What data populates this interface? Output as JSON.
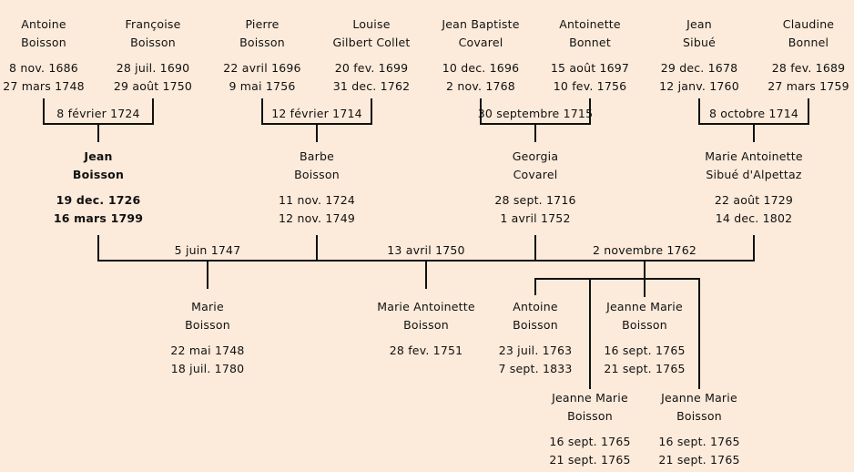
{
  "title": "Arbre généalogique Boisson",
  "generation1": [
    {
      "first": "Antoine",
      "last": "Boisson",
      "birth": "8 nov. 1686",
      "death": "27 mars 1748"
    },
    {
      "first": "Françoise",
      "last": "Boisson",
      "birth": "28 juil. 1690",
      "death": "29 août 1750"
    },
    {
      "first": "Pierre",
      "last": "Boisson",
      "birth": "22 avril 1696",
      "death": "9 mai 1756"
    },
    {
      "first": "Louise",
      "last": "Gilbert Collet",
      "birth": "20 fev. 1699",
      "death": "31 dec. 1762"
    },
    {
      "first": "Jean Baptiste",
      "last": "Covarel",
      "birth": "10 dec. 1696",
      "death": "2 nov. 1768"
    },
    {
      "first": "Antoinette",
      "last": "Bonnet",
      "birth": "15 août 1697",
      "death": "10 fev. 1756"
    },
    {
      "first": "Jean",
      "last": "Sibué",
      "birth": "29 dec. 1678",
      "death": "12 janv. 1760"
    },
    {
      "first": "Claudine",
      "last": "Bonnel",
      "birth": "28 fev. 1689",
      "death": "27 mars 1759"
    }
  ],
  "marriages1": [
    "8 février 1724",
    "12 février 1714",
    "30 septembre 1715",
    "8 octobre 1714"
  ],
  "generation2": [
    {
      "first": "Jean",
      "last": "Boisson",
      "birth": "19 dec. 1726",
      "death": "16 mars 1799"
    },
    {
      "first": "Barbe",
      "last": "Boisson",
      "birth": "11 nov. 1724",
      "death": "12 nov. 1749"
    },
    {
      "first": "Georgia",
      "last": "Covarel",
      "birth": "28 sept. 1716",
      "death": "1 avril 1752"
    },
    {
      "first": "Marie Antoinette",
      "last": "Sibué d'Alpettaz",
      "birth": "22 août 1729",
      "death": "14 dec. 1802"
    }
  ],
  "marriages2": [
    "5 juin 1747",
    "13 avril 1750",
    "2 novembre 1762"
  ],
  "generation3": [
    {
      "first": "Marie",
      "last": "Boisson",
      "birth": "22 mai 1748",
      "death": "18 juil. 1780"
    },
    {
      "first": "Marie Antoinette",
      "last": "Boisson",
      "birth": "28 fev. 1751",
      "death": ""
    },
    {
      "first": "Antoine",
      "last": "Boisson",
      "birth": "23 juil. 1763",
      "death": "7 sept. 1833"
    },
    {
      "first": "Jeanne Marie",
      "last": "Boisson",
      "birth": "16 sept. 1765",
      "death": "21 sept. 1765"
    },
    {
      "first": "Jeanne Marie",
      "last": "Boisson",
      "birth": "16 sept. 1765",
      "death": "21 sept. 1765"
    },
    {
      "first": "Jeanne Marie",
      "last": "Boisson",
      "birth": "16 sept. 1765",
      "death": "21 sept. 1765"
    }
  ]
}
